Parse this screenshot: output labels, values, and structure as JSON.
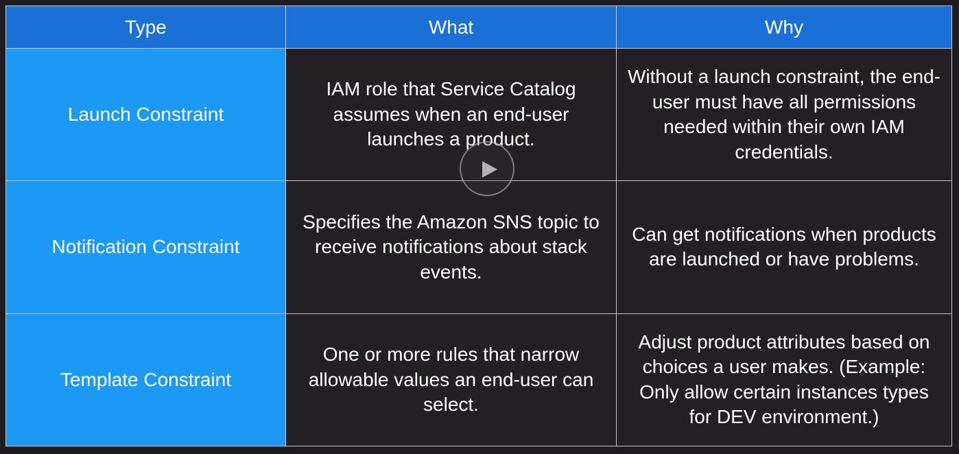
{
  "table": {
    "headers": [
      "Type",
      "What",
      "Why"
    ],
    "rows": [
      {
        "type": "Launch Constraint",
        "what": "IAM role that Service Catalog assumes when an end-user launches a product.",
        "why": "Without a launch constraint, the end-user must have all permissions needed within their own IAM credentials."
      },
      {
        "type": "Notification Constraint",
        "what": "Specifies the Amazon SNS topic to receive notifications about stack events.",
        "why": "Can get notifications when products are launched or have problems."
      },
      {
        "type": "Template Constraint",
        "what": "One or more rules that narrow allowable values an end-user can select.",
        "why": "Adjust product attributes based on choices a user makes. (Example: Only allow certain instances types for DEV environment.)"
      }
    ]
  },
  "player": {
    "icon": "play-icon"
  },
  "colors": {
    "header_bg": "#1a70d6",
    "type_cell_bg": "#1b99f5",
    "body_cell_bg": "#231f23",
    "border": "#c9c9c9",
    "text": "#ffffff"
  }
}
